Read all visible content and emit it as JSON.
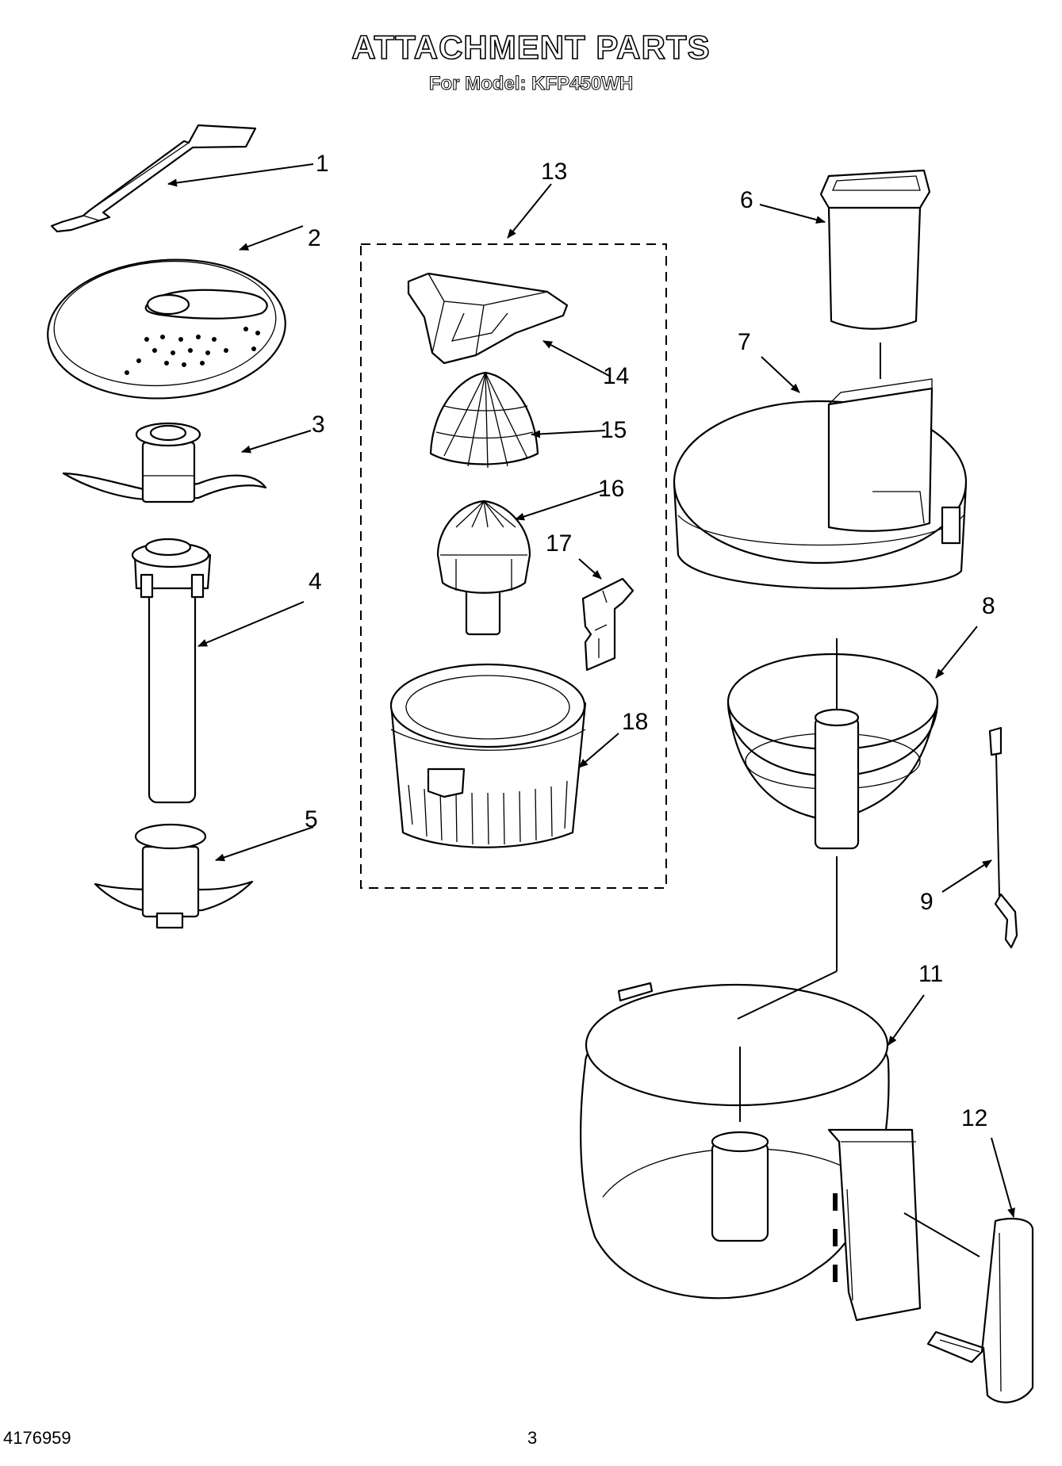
{
  "title": "ATTACHMENT PARTS",
  "subtitle": "For Model: KFP450WH",
  "footer": {
    "doc_number": "4176959",
    "page_number": "3"
  },
  "part_labels": {
    "p1": "1",
    "p2": "2",
    "p3": "3",
    "p4": "4",
    "p5": "5",
    "p6": "6",
    "p7": "7",
    "p8": "8",
    "p9": "9",
    "p11": "11",
    "p12": "12",
    "p13": "13",
    "p14": "14",
    "p15": "15",
    "p16": "16",
    "p17": "17",
    "p18": "18"
  }
}
